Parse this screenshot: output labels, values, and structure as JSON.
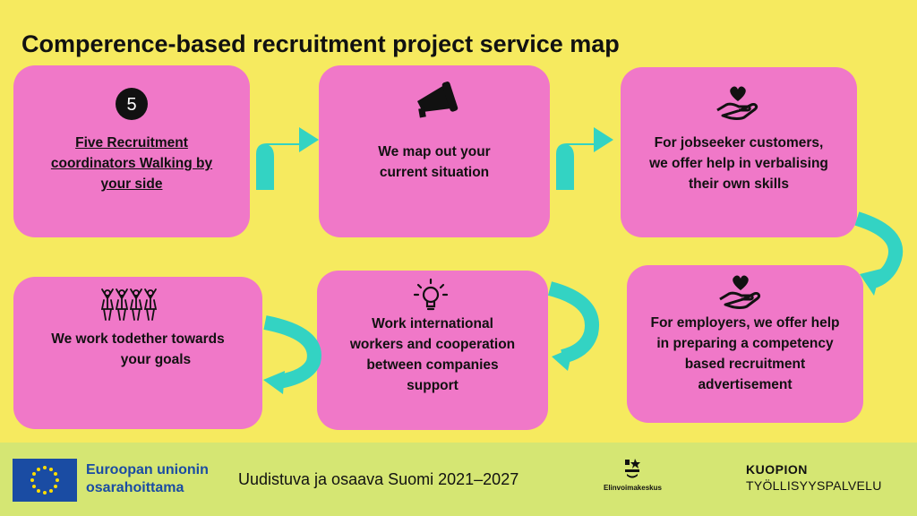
{
  "title": "Comperence-based recruitment project service map",
  "cards": [
    {
      "id": "coordinators",
      "icon": "number-five-circle-icon",
      "badge": "5",
      "lines": [
        "Five Recruitment",
        "coordinators Walking by",
        "your side"
      ]
    },
    {
      "id": "map-situation",
      "icon": "megaphone-icon",
      "lines": [
        "We map out your",
        "current situation"
      ]
    },
    {
      "id": "jobseekers",
      "icon": "heart-hand-icon",
      "lines": [
        "For jobseeker customers,",
        "we offer help in verbalising",
        "their own skills"
      ]
    },
    {
      "id": "employers",
      "icon": "heart-hand-icon",
      "lines": [
        "For employers, we offer help",
        "in preparing a competency",
        "based recruitment",
        "advertisement"
      ]
    },
    {
      "id": "international",
      "icon": "lightbulb-icon",
      "lines": [
        "Work international",
        "workers and cooperation",
        "between companies",
        "support"
      ]
    },
    {
      "id": "together",
      "icon": "people-cheering-icon",
      "lines": [
        "We work todether towards",
        "your goals"
      ]
    }
  ],
  "footer": {
    "eu_line1": "Euroopan unionin",
    "eu_line2": "osarahoittama",
    "program": "Uudistuva ja osaava Suomi 2021–2027",
    "elinvoima": "Elinvoimakeskus",
    "kuopio_line1": "KUOPION",
    "kuopio_line2": "TYÖLLISYYSPALVELU"
  },
  "colors": {
    "background": "#f6ea5f",
    "card": "#f078c8",
    "arrow": "#33d3c3",
    "footer": "#d5e673",
    "eu_blue": "#1a4ca3",
    "eu_star": "#ffdd00"
  }
}
